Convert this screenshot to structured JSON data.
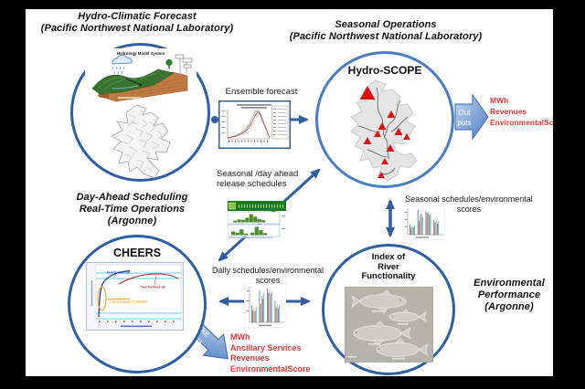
{
  "titles": {
    "forecast": {
      "l1": "Hydro-Climatic  Forecast",
      "l2": "(Pacific  Northwest National Laboratory)"
    },
    "seasonal_ops": {
      "l1": "Seasonal Operations",
      "l2": "(Pacific  Northwest National Laboratory)"
    },
    "day_ahead": {
      "l1": "Day-Ahead Scheduling",
      "l2": "Real-Time Operations",
      "l3": "(Argonne)"
    },
    "env_perf": {
      "l1": "Environmental",
      "l2": "Performance",
      "l3": "(Argonne)"
    }
  },
  "circles": {
    "hydro_scope_label": "Hydro-SCOPE",
    "cheers_label": "CHEERS",
    "irf": {
      "l1": "Index of",
      "l2": "River",
      "l3": "Functionality"
    }
  },
  "flow_labels": {
    "ensemble": "Ensemble forecast",
    "release_l1": "Seasonal /day ahead",
    "release_l2": "release schedules",
    "daily_l1": "Daily  schedules/environmental",
    "daily_l2": "scores",
    "seasonal_l1": "Seasonal schedules/environmental",
    "seasonal_l2": "scores"
  },
  "outputs": {
    "arrow_word_1": "Out",
    "arrow_word_2": "puts",
    "top_items": [
      "MWh",
      "Revenues",
      "EnvironmentalScore"
    ],
    "bottom_items": [
      "MWh",
      "Ancillary Services",
      "Revenues",
      "EnvironmentalScore"
    ]
  },
  "cheers_chart_labels": {
    "blue": "One Turbine On",
    "red": "Two Turbines On",
    "orange": "Low Scheduled Production"
  },
  "hydrology_image_title": "Hydrology Model System",
  "colors": {
    "circle_border": "#2e5fa3",
    "circle_border_light": "#4a7ec0",
    "connector_blue": "#2f5f9e",
    "output_red": "#e03a3a",
    "output_arrow_light": "#c7d9f0",
    "output_arrow_dark": "#4a7cc4",
    "release_header_green": "#1f7a1f",
    "release_bar_green": "#4c8c2b",
    "dam_marker_red": "#dd1111"
  },
  "minicharts": {
    "bar_colors": [
      "#4f81bd",
      "#c0504d",
      "#9bbb59",
      "#8064a2",
      "#4bacc6"
    ],
    "green_colors": [
      "#4c8c2b"
    ],
    "daily_clusters": [
      [
        0.5,
        0.35,
        0.42,
        0.33,
        0.45
      ],
      [
        0.95,
        0.55,
        0.8,
        0.7,
        0.85
      ],
      [
        1,
        0.88,
        0.95,
        0.85,
        0.9
      ],
      [
        0.65,
        0.45,
        0.55,
        0.4,
        0.5
      ]
    ],
    "seasonal_clusters": [
      [
        0.4,
        0.28,
        0.35,
        0.3,
        0.38
      ],
      [
        1,
        0.55,
        0.8,
        0.85,
        0.72
      ],
      [
        0.95,
        0.88,
        0.92,
        0.8,
        0.85
      ],
      [
        0.6,
        0.5,
        0.68,
        0.45,
        0.55
      ]
    ],
    "release_row1": [
      [
        0.2,
        0.35,
        0.3,
        0.55,
        1,
        0.7,
        0.4,
        0.25
      ]
    ],
    "release_row2": [
      [
        0.45,
        0.3,
        0.7,
        0.2
      ],
      [
        0.3,
        1,
        0.6,
        0.25
      ]
    ]
  }
}
